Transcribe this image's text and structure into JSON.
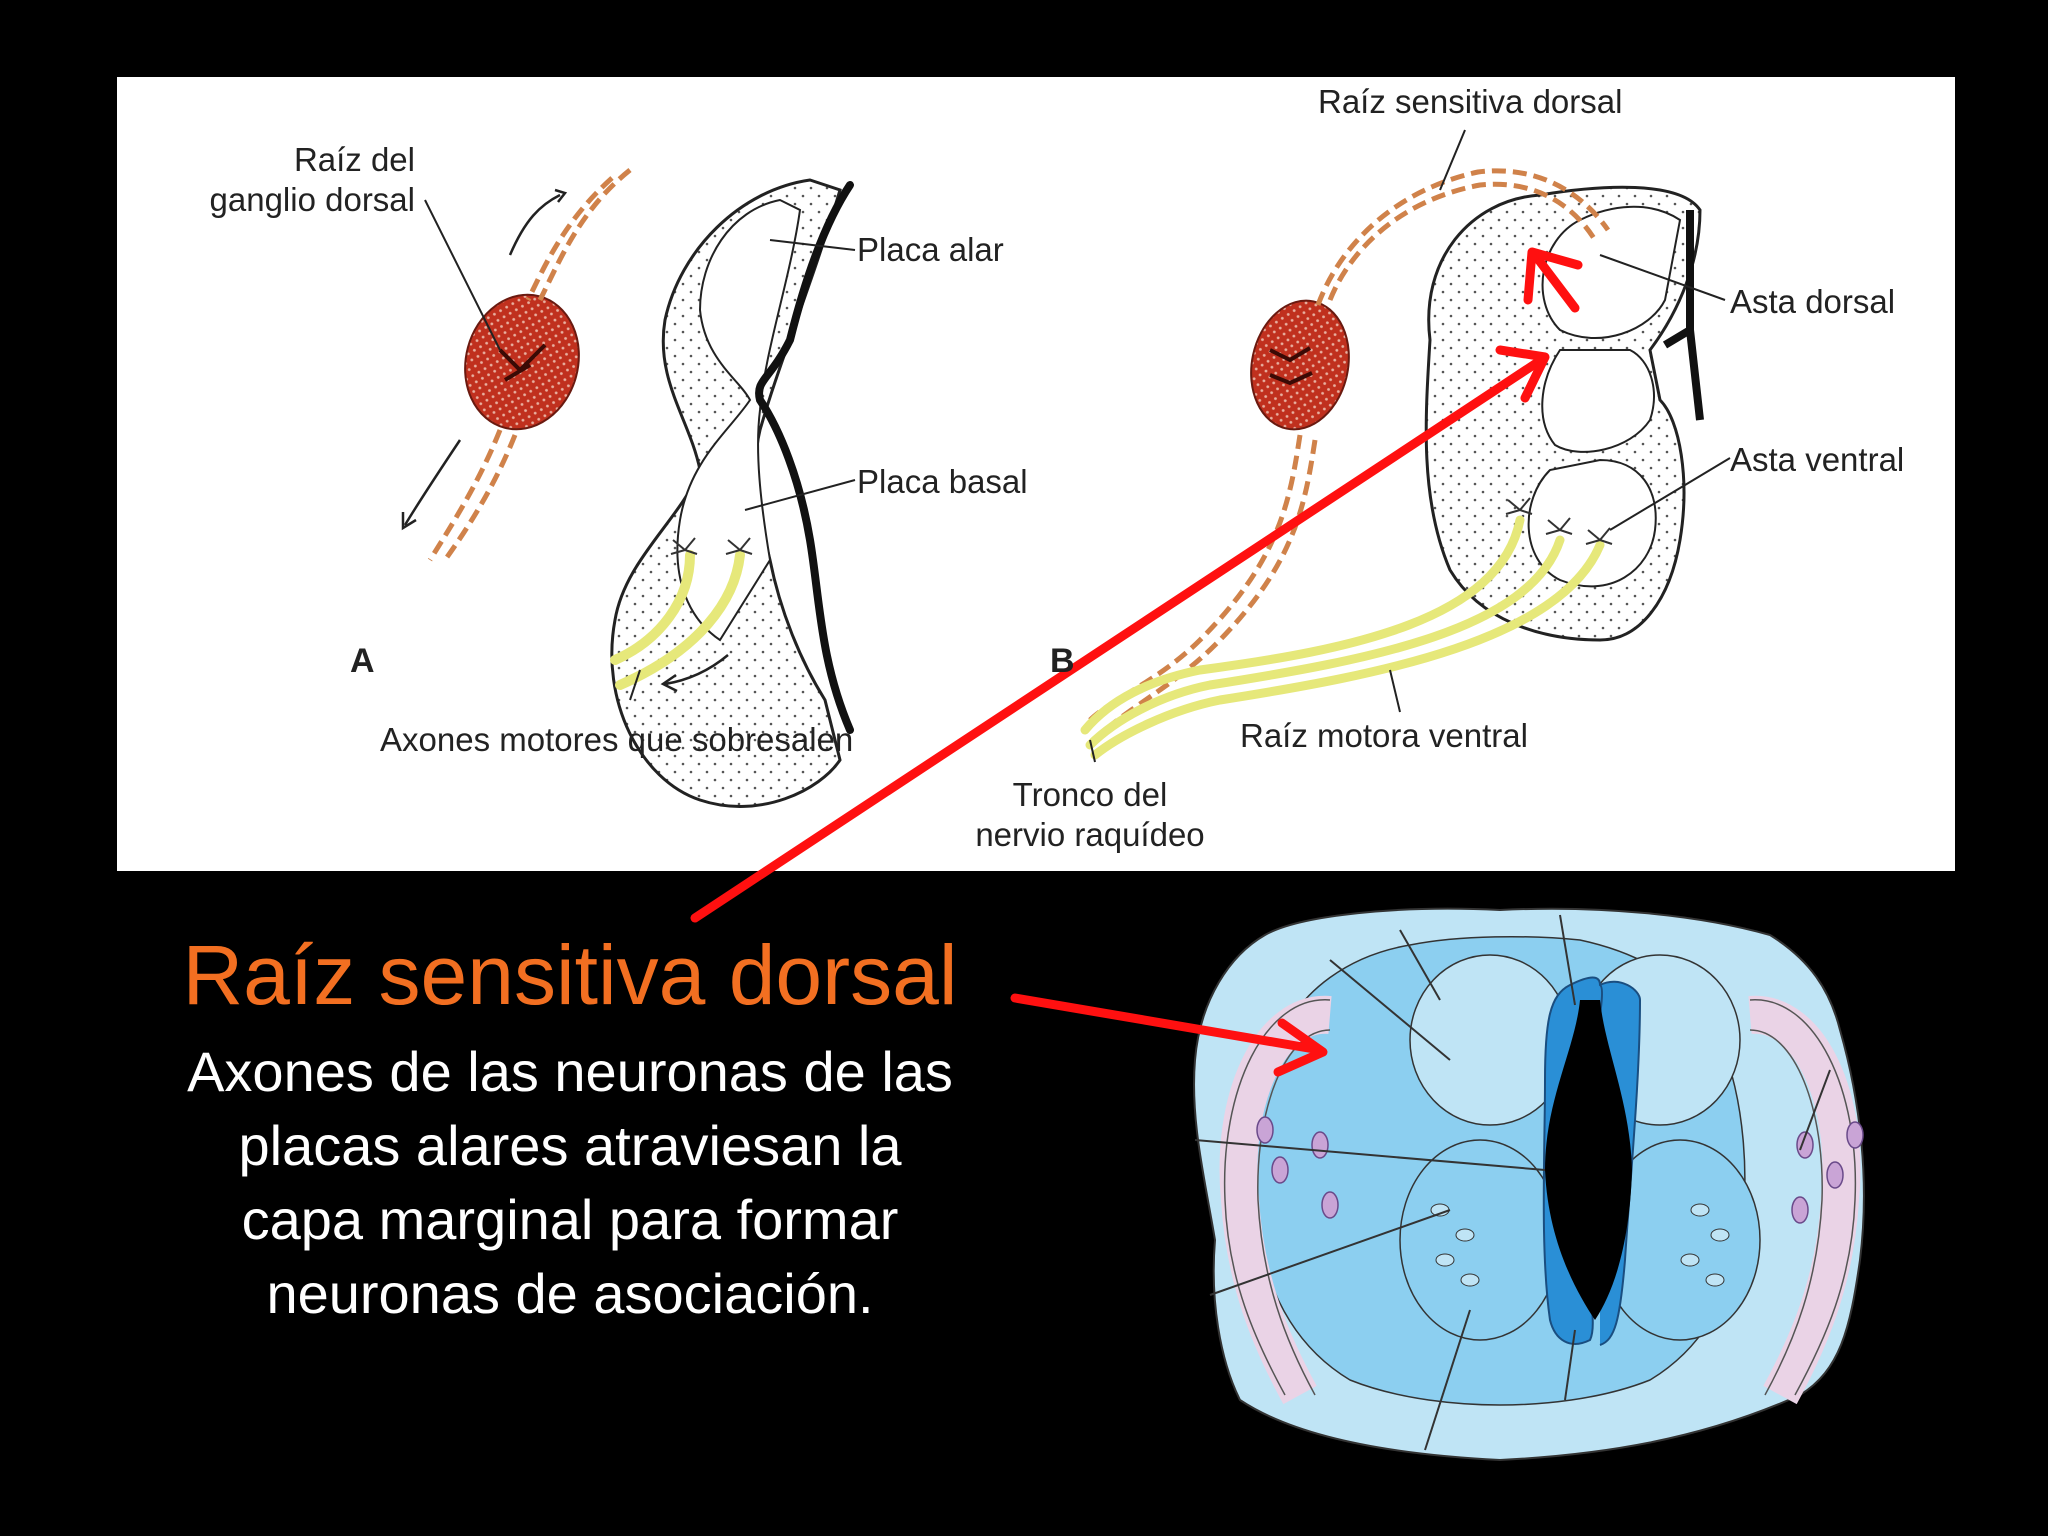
{
  "figure_a": {
    "panel_letter": "A",
    "labels": {
      "root_ganglion": [
        "Raíz del",
        "ganglio dorsal"
      ],
      "alar_plate": "Placa alar",
      "basal_plate": "Placa basal",
      "motor_axons": "Axones motores que sobresalen"
    }
  },
  "figure_b": {
    "panel_letter": "B",
    "labels": {
      "dorsal_sensory_root": "Raíz sensitiva dorsal",
      "dorsal_horn": "Asta dorsal",
      "ventral_horn": "Asta ventral",
      "ventral_motor_root": "Raíz motora ventral",
      "spinal_nerve_trunk": [
        "Tronco del",
        "nervio raquídeo"
      ]
    }
  },
  "slide": {
    "title": "Raíz sensitiva dorsal",
    "body": [
      "Axones de las neuronas de las",
      "placas alares atraviesan la",
      "capa marginal para formar",
      "neuronas de asociación."
    ]
  },
  "colors": {
    "background": "#000000",
    "title": "#f26f21",
    "arrow": "#ff1010",
    "ganglion": "#c0301e",
    "motor_axon": "#e6e87a",
    "cord_light": "#bfe4f5",
    "cord_mid": "#8ccff0",
    "cord_dark": "#2a8fd6",
    "nerve_root": "#ead3e6"
  }
}
